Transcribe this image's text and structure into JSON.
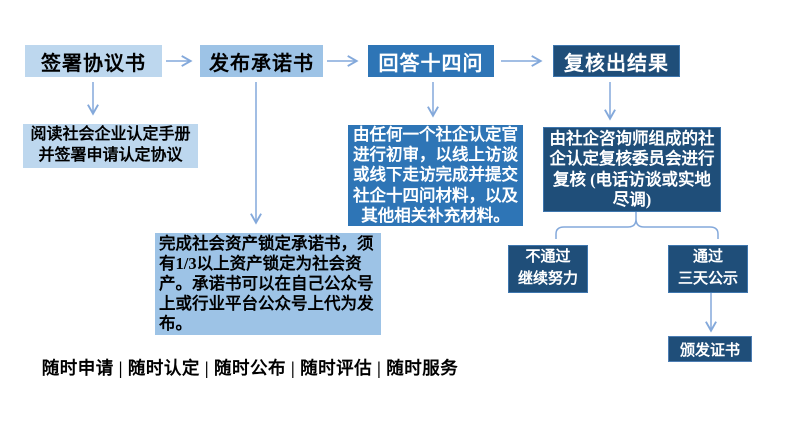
{
  "diagram": {
    "title_hint": "social-enterprise-certification-flowchart",
    "steps": [
      {
        "label": "签署协议书"
      },
      {
        "label": "发布承诺书"
      },
      {
        "label": "回答十四问"
      },
      {
        "label": "复核出结果"
      }
    ],
    "details": {
      "sign": "阅读社会企业认定手册并签署申请认定协议",
      "publish": "完成社会资产锁定承诺书，须有1/3以上资产锁定为社会资产。承诺书可以在自己公众号上或行业平台公众号上代为发布。",
      "answer": "由任何一个社企认定官进行初审，以线上访谈或线下走访完成并提交社企十四问材料，以及其他相关补充材料。",
      "review": "由社企咨询师组成的社企认定复核委员会进行复核 (电话访谈或实地尽调)"
    },
    "outcomes": {
      "fail_title": "不通过",
      "fail_subtitle": "继续努力",
      "pass_title": "通过",
      "pass_subtitle": "三天公示",
      "certificate": "颁发证书"
    },
    "tagline": "随时申请 | 随时认定 | 随时公布 | 随时评估 | 随时服务"
  },
  "colors": {
    "step_light": "#BDD7EE",
    "step_medium": "#9DC3E6",
    "step_blue": "#2E75B6",
    "step_dark": "#1F4E79",
    "dark_border": "#3E76AE",
    "connector": "#84A9DB",
    "text_on_light": "#000000",
    "text_on_dark": "#FFFFFF",
    "background": "#FFFFFF"
  }
}
